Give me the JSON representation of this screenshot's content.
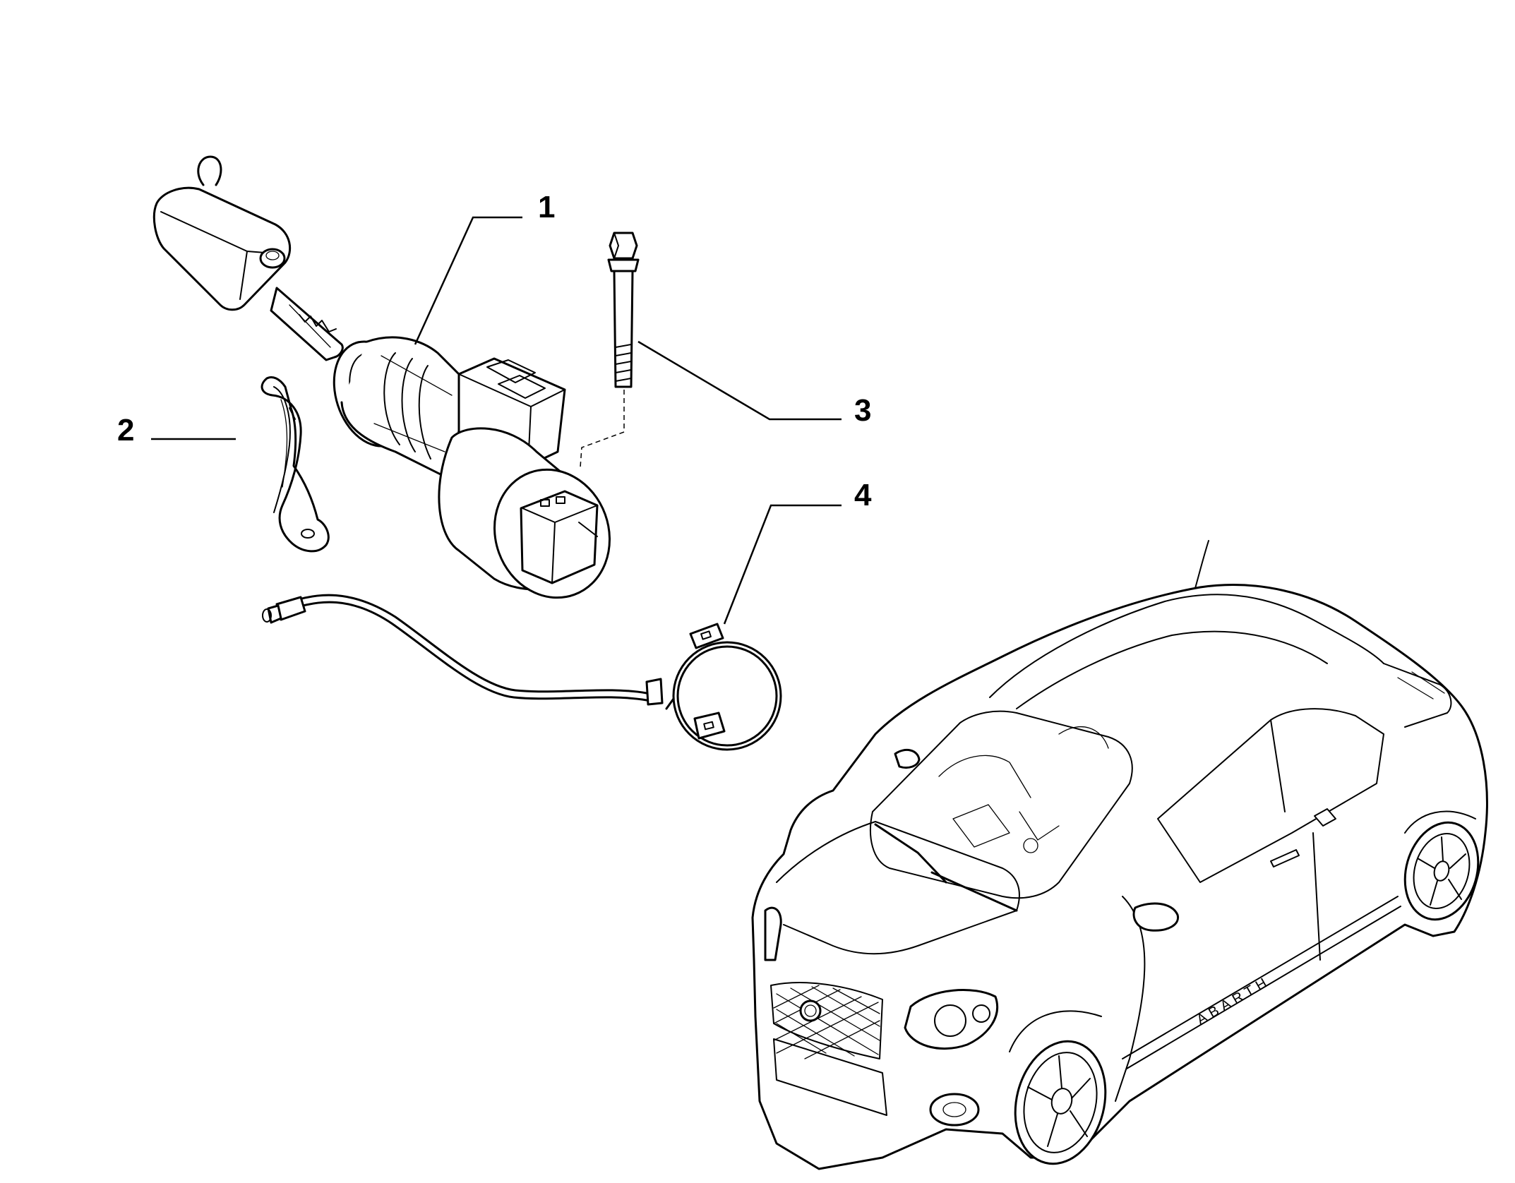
{
  "callouts": [
    {
      "number": "1",
      "part": "ignition-lock"
    },
    {
      "number": "2",
      "part": "half-shell"
    },
    {
      "number": "3",
      "part": "screw"
    },
    {
      "number": "4",
      "part": "antenna-ring"
    }
  ],
  "car_badge": "ABARTH",
  "colors": {
    "line": "#000000",
    "background": "#ffffff"
  }
}
